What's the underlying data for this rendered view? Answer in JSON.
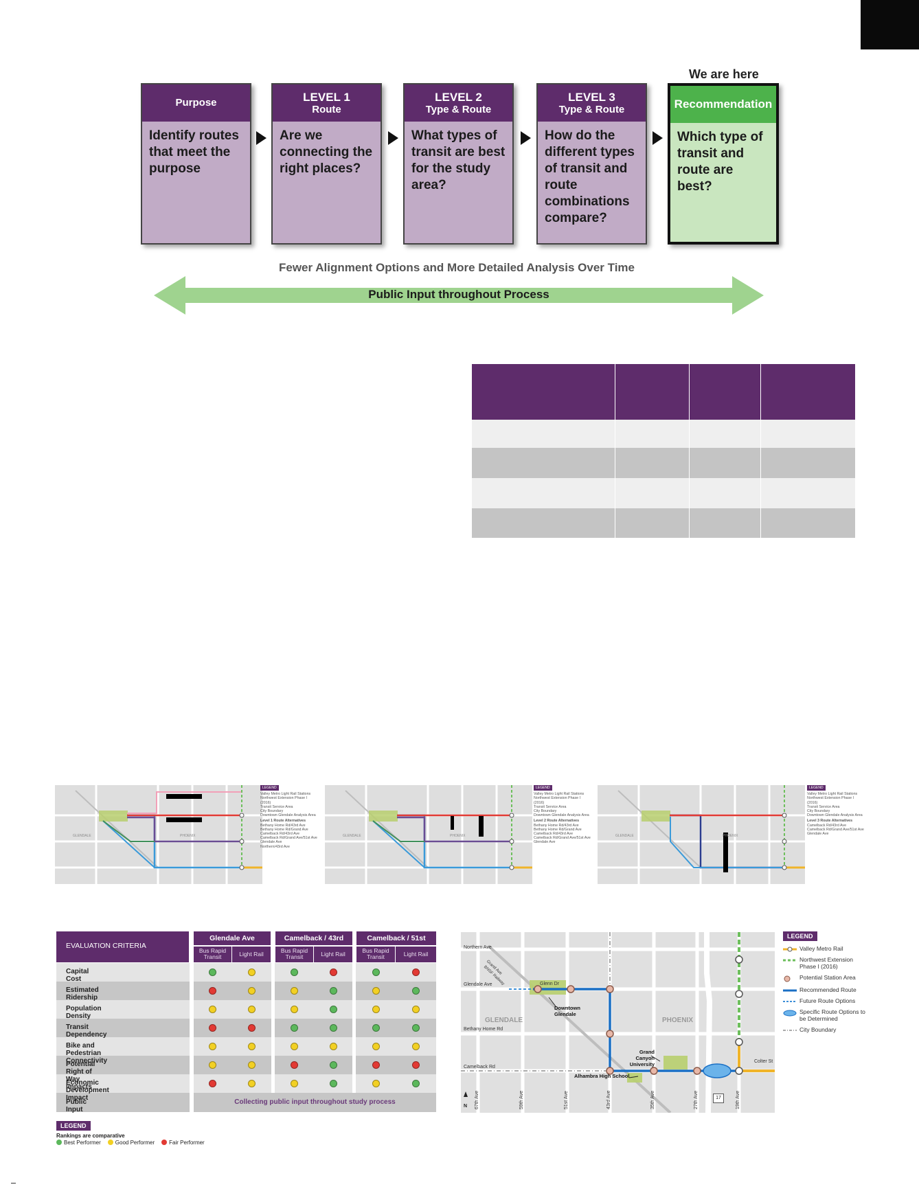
{
  "process": {
    "stages": [
      {
        "heading1": "",
        "heading2": "Purpose",
        "body": "Identify routes that meet the purpose"
      },
      {
        "heading1": "LEVEL 1",
        "heading2": "Route",
        "body": "Are we connecting the right places?"
      },
      {
        "heading1": "LEVEL 2",
        "heading2": "Type & Route",
        "body": "What types of transit are best for the study area?"
      },
      {
        "heading1": "LEVEL 3",
        "heading2": "Type & Route",
        "body": "How do the different types of transit and route combinations compare?"
      },
      {
        "heading1": "Recommendation",
        "heading2": "",
        "body": "Which type of transit and route are best?"
      }
    ],
    "we_are_here": "We are here",
    "fewer_options": "Fewer Alignment Options and More Detailed Analysis Over Time",
    "public_input": "Public Input throughout Process",
    "colors": {
      "purple": "#5e2c6b",
      "lilac": "#c1abc6",
      "green": "#4db24b",
      "light_green": "#c9e6bf",
      "arrow_green": "#9fd38f"
    }
  },
  "mini_maps": [
    {
      "legend_title": "LEGEND",
      "legend_items": [
        "Valley Metro Light Rail Stations",
        "Northwest Extension Phase I (2016)",
        "Transit Service Area",
        "City Boundary",
        "Downtown Glendale Analysis Area",
        "Level 1 Route Alternatives",
        "Bethany Home Rd/43rd Ave",
        "Bethany Home Rd/Grand Ave",
        "Camelback Rd/43rd Ave",
        "Camelback Rd/Grand Ave/51st Ave",
        "Glendale Ave",
        "Northern/43rd Ave"
      ],
      "city_labels": [
        "GLENDALE",
        "PHOENIX"
      ]
    },
    {
      "legend_title": "LEGEND",
      "legend_items": [
        "Valley Metro Light Rail Stations",
        "Northwest Extension Phase I (2016)",
        "Transit Service Area",
        "City Boundary",
        "Downtown Glendale Analysis Area",
        "Level 2 Route Alternatives",
        "Bethany Home Rd/43rd Ave",
        "Bethany Home Rd/Grand Ave",
        "Camelback Rd/43rd Ave",
        "Camelback Rd/Grand Ave/51st Ave",
        "Glendale Ave"
      ],
      "city_labels": [
        "GLENDALE",
        "PHOENIX"
      ]
    },
    {
      "legend_title": "LEGEND",
      "legend_items": [
        "Valley Metro Light Rail Stations",
        "Northwest Extension Phase I (2016)",
        "Transit Service Area",
        "City Boundary",
        "Downtown Glendale Analysis Area",
        "Level 3 Route Alternatives",
        "Camelback Rd/43rd Ave",
        "Camelback Rd/Grand Ave/51st Ave",
        "Glendale Ave"
      ],
      "city_labels": [
        "GLENDALE",
        "PHOENIX"
      ]
    }
  ],
  "evaluation": {
    "criteria_header": "EVALUATION CRITERIA",
    "groups": [
      "Glendale Ave",
      "Camelback / 43rd",
      "Camelback / 51st"
    ],
    "modes": [
      "Bus Rapid Transit",
      "Light Rail"
    ],
    "rows": [
      {
        "label": "Capital Cost",
        "ratings": [
          "green",
          "yellow",
          "green",
          "red",
          "green",
          "red"
        ]
      },
      {
        "label": "Estimated Ridership",
        "ratings": [
          "red",
          "yellow",
          "yellow",
          "green",
          "yellow",
          "green"
        ]
      },
      {
        "label": "Population Density",
        "ratings": [
          "yellow",
          "yellow",
          "yellow",
          "green",
          "yellow",
          "yellow"
        ]
      },
      {
        "label": "Transit Dependency",
        "ratings": [
          "red",
          "red",
          "green",
          "green",
          "green",
          "green"
        ]
      },
      {
        "label": "Bike and Pedestrian Connectivity",
        "ratings": [
          "yellow",
          "yellow",
          "yellow",
          "yellow",
          "yellow",
          "yellow"
        ]
      },
      {
        "label": "Potential Right of Way Impacts",
        "ratings": [
          "yellow",
          "yellow",
          "red",
          "green",
          "red",
          "red"
        ]
      },
      {
        "label": "Economic Development Impact",
        "ratings": [
          "red",
          "yellow",
          "yellow",
          "green",
          "yellow",
          "green"
        ]
      },
      {
        "label": "Public Input",
        "span_text": "Collecting public input throughout study process"
      }
    ],
    "legend_title": "LEGEND",
    "legend_note": "Rankings are comparative",
    "legend_items": [
      {
        "label": "Best Performer",
        "color": "green"
      },
      {
        "label": "Good Performer",
        "color": "yellow"
      },
      {
        "label": "Fair Performer",
        "color": "red"
      }
    ],
    "colors": {
      "green": "#5cb85c",
      "yellow": "#f2d024",
      "red": "#e23a34"
    }
  },
  "recommended_map": {
    "streets": [
      "Northern Ave",
      "Glendale Ave",
      "Bethany Home Rd",
      "Camelback Rd",
      "Grand Ave",
      "BNSF Railway",
      "Glenn Dr",
      "Colter St"
    ],
    "avenues": [
      "67th Ave",
      "59th Ave",
      "51st Ave",
      "43rd Ave",
      "35th Ave",
      "27th Ave",
      "19th Ave"
    ],
    "places": [
      "GLENDALE",
      "PHOENIX",
      "Downtown Glendale",
      "Grand Canyon University",
      "Alhambra High School"
    ],
    "highway_shield": "17",
    "north": "N",
    "legend_title": "LEGEND",
    "legend_items": [
      "Valley Metro Rail",
      "Northwest Extension Phase I (2016)",
      "Potential Station Area",
      "Recommended Route",
      "Future Route Options",
      "Specific Route Options to be Determined",
      "City Boundary"
    ]
  }
}
